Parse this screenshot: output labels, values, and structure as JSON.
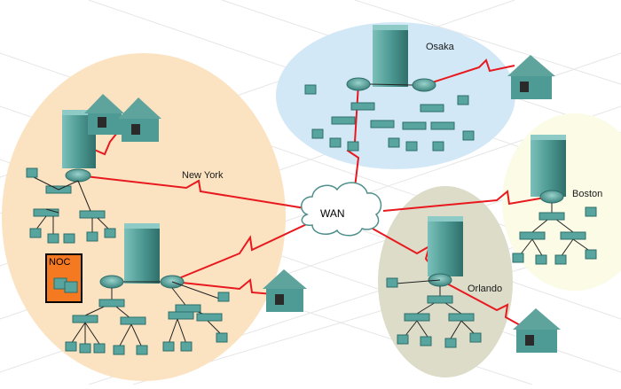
{
  "labels": {
    "osaka": "Osaka",
    "new_york": "New York",
    "boston": "Boston",
    "orlando": "Orlando",
    "wan": "WAN",
    "noc": "NOC"
  },
  "colors": {
    "new_york_region": "#fbe3c2",
    "osaka_region": "#d3e8f7",
    "boston_region": "#fbfbe6",
    "orlando_region": "#dcdcc8",
    "wan_link": "#e8191e",
    "device": "#58a49e",
    "device_dark": "#2e6e6a",
    "noc_fill": "#f47920"
  },
  "icons": [
    "building-icon",
    "router-icon",
    "switch-icon",
    "pc-icon",
    "home-icon",
    "cloud-icon"
  ]
}
